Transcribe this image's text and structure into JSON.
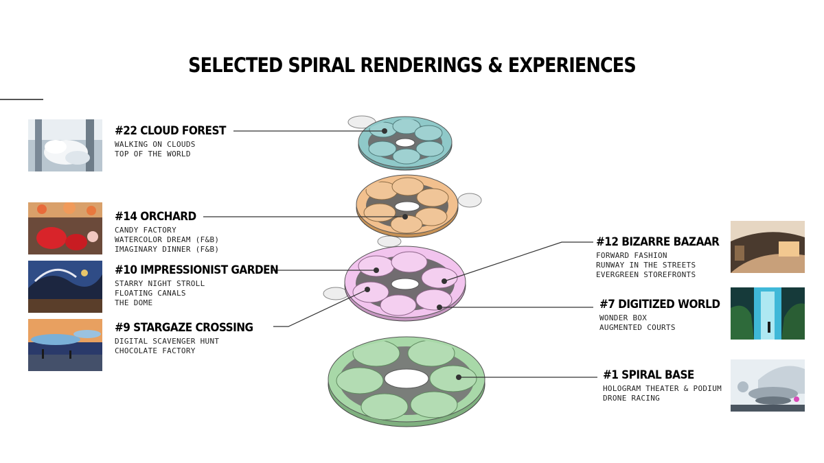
{
  "title": "SELECTED SPIRAL RENDERINGS & EXPERIENCES",
  "colors": {
    "cloud_forest": "#8fc9c9",
    "orchard": "#f2c08e",
    "impressionist": "#f2c4ee",
    "spiral_base": "#a8d8a8"
  },
  "levels": [
    {
      "id": "cloud-forest",
      "heading": "#22 CLOUD FOREST",
      "items": [
        "WALKING ON CLOUDS",
        "TOP OF THE WORLD"
      ]
    },
    {
      "id": "orchard",
      "heading": "#14  ORCHARD",
      "items": [
        "CANDY FACTORY",
        "WATERCOLOR DREAM (F&B)",
        "IMAGINARY DINNER (F&B)"
      ]
    },
    {
      "id": "impressionist-garden",
      "heading": "#10 IMPRESSIONIST GARDEN",
      "items": [
        "STARRY NIGHT STROLL",
        "FLOATING CANALS",
        "THE DOME"
      ]
    },
    {
      "id": "stargaze-crossing",
      "heading": "#9 STARGAZE CROSSING",
      "items": [
        "DIGITAL SCAVENGER HUNT",
        "CHOCOLATE FACTORY"
      ]
    },
    {
      "id": "bizarre-bazaar",
      "heading": "#12 BIZARRE BAZAAR",
      "items": [
        "FORWARD FASHION",
        "RUNWAY IN THE STREETS",
        "EVERGREEN STOREFRONTS"
      ]
    },
    {
      "id": "digitized-world",
      "heading": "#7 DIGITIZED WORLD",
      "items": [
        "WONDER BOX",
        "AUGMENTED COURTS"
      ]
    },
    {
      "id": "spiral-base",
      "heading": "#1 SPIRAL BASE",
      "items": [
        "HOLOGRAM THEATER & PODIUM",
        "DRONE RACING"
      ]
    }
  ]
}
